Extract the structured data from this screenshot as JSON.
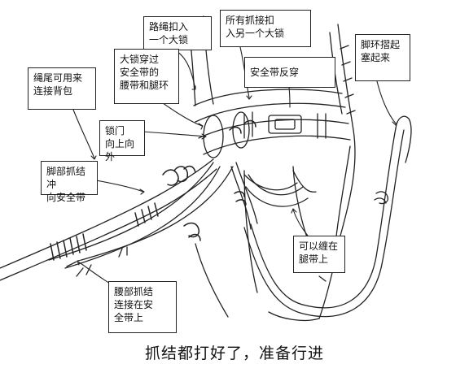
{
  "labels": {
    "rope_lock": "路绳扣入\n一个大锁",
    "all_grabs": "所有抓接扣\n入另一个大锁",
    "rope_tail": "绳尾可用来\n连接背包",
    "lock_through": "大锁穿过\n安全带的\n腰带和腿环",
    "harness_reverse": "安全带反穿",
    "foot_loop_fold": "脚环摺起\n塞起来",
    "gate": "锁门\n向上向外",
    "foot_prusik": "脚部抓结冲\n向安全带",
    "wrap_belt": "可以缠在\n腿带上",
    "waist_prusik": "腰部抓结\n连接在安\n全带上"
  },
  "caption": "抓结都打好了，准备行进"
}
